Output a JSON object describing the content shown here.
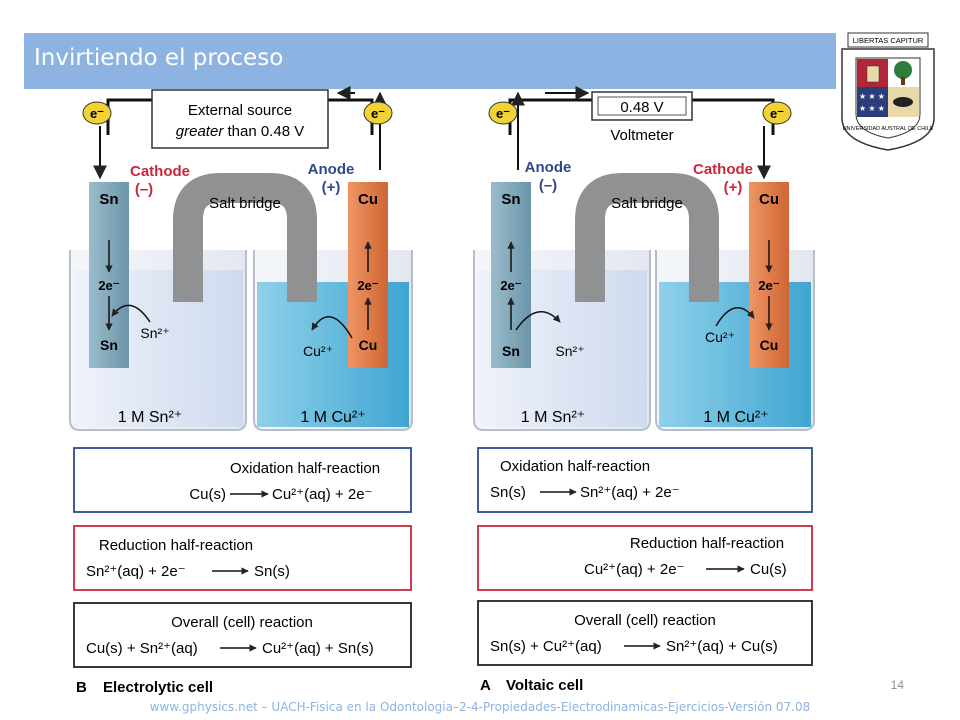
{
  "slide": {
    "title": "Invirtiendo el proceso",
    "page_number": "14",
    "footer": "www.gphysics.net – UACH-Fisica en la Odontologia–2-4-Propiedades-Electrodinamicas-Ejercicios-Versión 07.08"
  },
  "logo": {
    "top_text": "LIBERTAS CAPITUR",
    "ring_text": "UNIVERSIDAD AUSTRAL DE CHILE"
  },
  "electrolytic": {
    "source_line1": "External source",
    "source_line2_em": "greater",
    "source_line2_rest": " than 0.48 V",
    "electron": "e⁻",
    "cathode_label": "Cathode",
    "cathode_sign": "(–)",
    "anode_label": "Anode",
    "anode_sign": "(+)",
    "salt_bridge": "Salt bridge",
    "left_electrode": "Sn",
    "right_electrode": "Cu",
    "left_2e": "2e⁻",
    "right_2e": "2e⁻",
    "left_bottom": "Sn",
    "right_bottom": "Cu",
    "left_ion": "Sn²⁺",
    "right_ion": "Cu²⁺",
    "left_solution": "1 M Sn²⁺",
    "right_solution": "1 M Cu²⁺",
    "oxidation_title": "Oxidation half-reaction",
    "oxidation_left": "Cu(s)",
    "oxidation_right": "Cu²⁺(aq) + 2e⁻",
    "reduction_title": "Reduction half-reaction",
    "reduction_left": "Sn²⁺(aq) + 2e⁻",
    "reduction_right": "Sn(s)",
    "overall_title": "Overall (cell) reaction",
    "overall_left": "Cu(s) + Sn²⁺(aq)",
    "overall_right": "Cu²⁺(aq) + Sn(s)",
    "caption_letter": "B",
    "caption": "Electrolytic cell"
  },
  "voltaic": {
    "voltmeter_reading": "0.48 V",
    "voltmeter_label": "Voltmeter",
    "electron": "e⁻",
    "anode_label": "Anode",
    "anode_sign": "(–)",
    "cathode_label": "Cathode",
    "cathode_sign": "(+)",
    "salt_bridge": "Salt bridge",
    "left_electrode": "Sn",
    "right_electrode": "Cu",
    "left_2e": "2e⁻",
    "right_2e": "2e⁻",
    "left_bottom": "Sn",
    "right_bottom": "Cu",
    "left_ion": "Sn²⁺",
    "right_ion": "Cu²⁺",
    "left_solution": "1 M Sn²⁺",
    "right_solution": "1 M Cu²⁺",
    "oxidation_title": "Oxidation half-reaction",
    "oxidation_left": "Sn(s)",
    "oxidation_right": "Sn²⁺(aq) + 2e⁻",
    "reduction_title": "Reduction half-reaction",
    "reduction_left": "Cu²⁺(aq) + 2e⁻",
    "reduction_right": "Cu(s)",
    "overall_title": "Overall (cell) reaction",
    "overall_left": "Sn(s) + Cu²⁺(aq)",
    "overall_right": "Sn²⁺(aq) + Cu(s)",
    "caption_letter": "A",
    "caption": "Voltaic cell"
  },
  "colors": {
    "title_bar": "#8db3e2",
    "sn_electrode": "#7ea7ba",
    "cu_electrode": "#e07a48",
    "pale_solution": "#dde6f4",
    "blue_solution": "#5db8dc",
    "salt_bridge": "#8f9193",
    "electron_badge": "#f2d335",
    "cathode_red": "#c8283c",
    "anode_blue": "#2e4a8c",
    "oxidation_border": "#2e4a8c",
    "reduction_border": "#c8283c",
    "overall_border": "#222222"
  }
}
